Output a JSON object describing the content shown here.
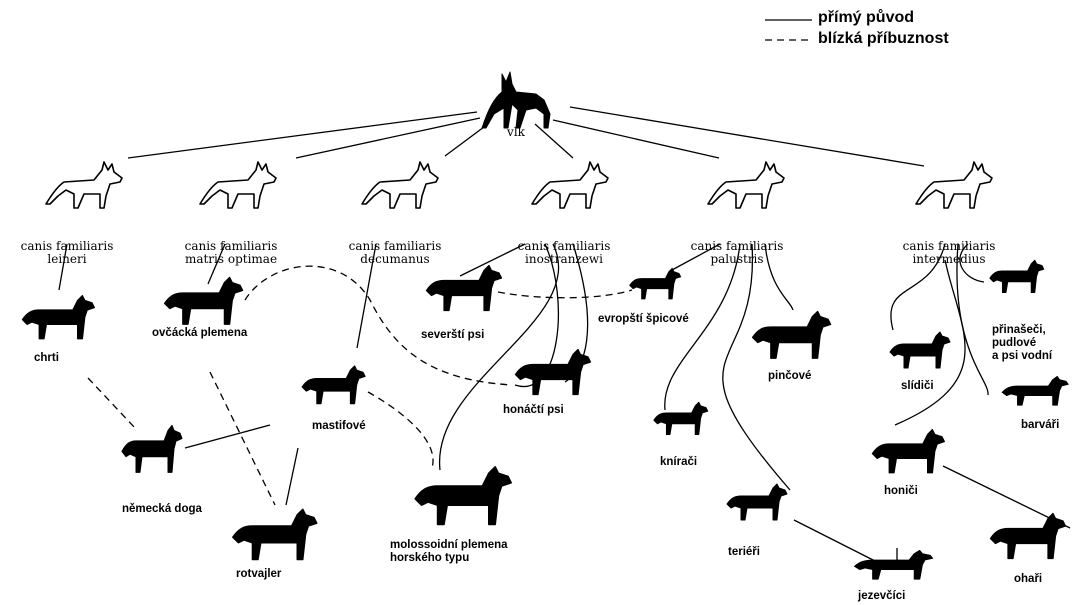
{
  "legend": {
    "solid_label": "přímý původ",
    "dashed_label": "blízká příbuznost"
  },
  "root": {
    "label": "vlk"
  },
  "ancestors": [
    {
      "line1": "canis familiaris",
      "line2": "leineri"
    },
    {
      "line1": "canis familiaris",
      "line2": "matris optimae"
    },
    {
      "line1": "canis familiaris",
      "line2": "decumanus"
    },
    {
      "line1": "canis familiaris",
      "line2": "inostranzewi"
    },
    {
      "line1": "canis familiaris",
      "line2": "palustris"
    },
    {
      "line1": "canis familiaris",
      "line2": "intermedius"
    }
  ],
  "breeds": {
    "chrti": "chrti",
    "ovcacka": "ovčácká plemena",
    "mastifove": "mastifové",
    "nemecka_doga": "německá doga",
    "rotvajler": "rotvajler",
    "molossoidni": "molossoidní plemena\nhorského typu",
    "seversti_psi": "severští psi",
    "honacti_psi": "honáčtí psi",
    "spicove": "evropští špicové",
    "pincove": "pinčové",
    "kniraci": "knírači",
    "terieri": "teriéři",
    "jezevcici": "jezevčíci",
    "prinaseci": "přinašeči,\npudlové\na psi vodní",
    "slidici": "slídiči",
    "barvari": "barváři",
    "honici": "honiči",
    "ohari": "ohaři"
  }
}
